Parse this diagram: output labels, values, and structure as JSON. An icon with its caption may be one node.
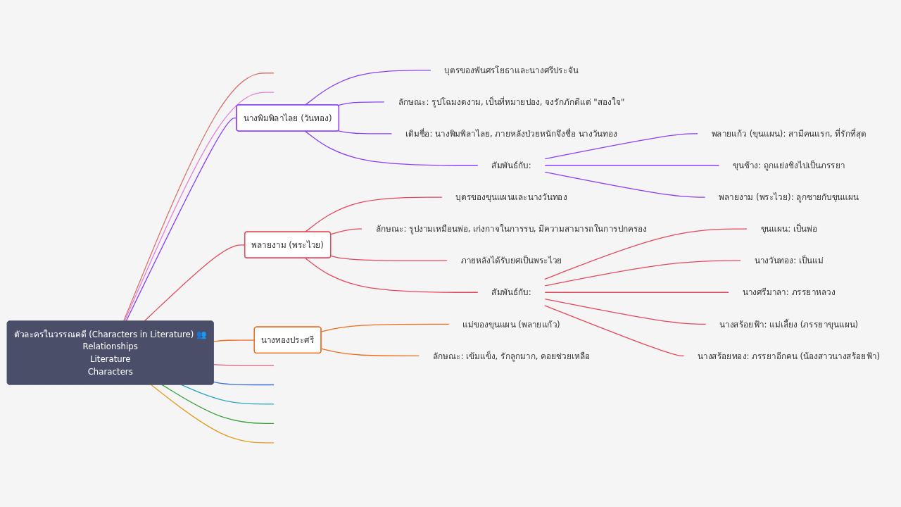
{
  "diagram": {
    "nodes": [
      {
        "text": [
          "ตัวละครในวรรณคดี (Characters in Literature) 👥",
          "Relationships",
          "Literature",
          "Characters"
        ]
      },
      {
        "text": [
          "นางพิมพิลาไลย (วันทอง)"
        ]
      },
      {
        "text": [
          "บุตรของพันศรโยธาและนางศรีประจัน"
        ]
      },
      {
        "text": [
          "ลักษณะ: รูปโฉมงดงาม, เป็นที่หมายปอง, จงรักภักดีแต่ \"สองใจ\""
        ]
      },
      {
        "text": [
          "เดิมชื่อ: นางพิมพิลาไลย, ภายหลังป่วยหนักจึงชื่อ นางวันทอง"
        ]
      },
      {
        "text": [
          "สัมพันธ์กับ:"
        ]
      },
      {
        "text": [
          "พลายแก้ว (ขุนแผน): สามีคนแรก, ที่รักที่สุด"
        ]
      },
      {
        "text": [
          "ขุนช้าง: ถูกแย่งชิงไปเป็นภรรยา"
        ]
      },
      {
        "text": [
          "พลายงาม (พระไวย): ลูกชายกับขุนแผน"
        ]
      },
      {
        "text": [
          "พลายงาม (พระไวย)"
        ]
      },
      {
        "text": [
          "บุตรของขุนแผนและนางวันทอง"
        ]
      },
      {
        "text": [
          "ลักษณะ: รูปงามเหมือนพ่อ, เก่งกาจในการรบ, มีความสามารถในการปกครอง"
        ]
      },
      {
        "text": [
          "ภายหลังได้รับยศเป็นพระไวย"
        ]
      },
      {
        "text": [
          "สัมพันธ์กับ:"
        ]
      },
      {
        "text": [
          "ขุนแผน: เป็นพ่อ"
        ]
      },
      {
        "text": [
          "นางวันทอง: เป็นแม่"
        ]
      },
      {
        "text": [
          "นางศรีมาลา: ภรรยาหลวง"
        ]
      },
      {
        "text": [
          "นางสร้อยฟ้า: แม่เลี้ยง (ภรรยาขุนแผน)"
        ]
      },
      {
        "text": [
          "นางสร้อยทอง: ภรรยาอีกคน (น้องสาวนางสร้อยฟ้า)"
        ]
      },
      {
        "text": [
          "นางทองประศรี"
        ]
      },
      {
        "text": [
          "แม่ของขุนแผน (พลายแก้ว)"
        ]
      },
      {
        "text": [
          "ลักษณะ: เข้มแข็ง, รักลูกมาก, คอยช่วยเหลือ"
        ]
      }
    ],
    "edges": [
      {
        "from": 0,
        "to": null,
        "arrow": "none",
        "color": "#d9736e"
      },
      {
        "from": 0,
        "to": null,
        "arrow": "none",
        "color": "#e67fd9"
      },
      {
        "from": 0,
        "to": 1,
        "arrow": "none",
        "color": "#8a3ffc"
      },
      {
        "from": 1,
        "to": 2,
        "arrow": "none",
        "color": "#8a3ffc"
      },
      {
        "from": 1,
        "to": 3,
        "arrow": "none",
        "color": "#8a3ffc"
      },
      {
        "from": 1,
        "to": 4,
        "arrow": "none",
        "color": "#8a3ffc"
      },
      {
        "from": 1,
        "to": 5,
        "arrow": "none",
        "color": "#8a3ffc"
      },
      {
        "from": 5,
        "to": 6,
        "arrow": "none",
        "color": "#8a3ffc"
      },
      {
        "from": 5,
        "to": 7,
        "arrow": "none",
        "color": "#8a3ffc"
      },
      {
        "from": 5,
        "to": 8,
        "arrow": "none",
        "color": "#8a3ffc"
      },
      {
        "from": 0,
        "to": 9,
        "arrow": "none",
        "color": "#e8475a"
      },
      {
        "from": 9,
        "to": 10,
        "arrow": "none",
        "color": "#e8475a"
      },
      {
        "from": 9,
        "to": 11,
        "arrow": "none",
        "color": "#e8475a"
      },
      {
        "from": 9,
        "to": 12,
        "arrow": "none",
        "color": "#e8475a"
      },
      {
        "from": 9,
        "to": 13,
        "arrow": "none",
        "color": "#e8475a"
      },
      {
        "from": 13,
        "to": 14,
        "arrow": "none",
        "color": "#e8475a"
      },
      {
        "from": 13,
        "to": 15,
        "arrow": "none",
        "color": "#e8475a"
      },
      {
        "from": 13,
        "to": 16,
        "arrow": "none",
        "color": "#e8475a"
      },
      {
        "from": 13,
        "to": 17,
        "arrow": "none",
        "color": "#e8475a"
      },
      {
        "from": 13,
        "to": 18,
        "arrow": "none",
        "color": "#e8475a"
      },
      {
        "from": 0,
        "to": 19,
        "arrow": "none",
        "color": "#f26b1d"
      },
      {
        "from": 19,
        "to": 20,
        "arrow": "none",
        "color": "#f26b1d"
      },
      {
        "from": 19,
        "to": 21,
        "arrow": "none",
        "color": "#f26b1d"
      },
      {
        "from": 0,
        "to": null,
        "arrow": "none",
        "color": "#e05a7a"
      },
      {
        "from": 0,
        "to": null,
        "arrow": "none",
        "color": "#3b6fe0"
      },
      {
        "from": 0,
        "to": null,
        "arrow": "none",
        "color": "#2aa5c0"
      },
      {
        "from": 0,
        "to": null,
        "arrow": "none",
        "color": "#3aa53a"
      },
      {
        "from": 0,
        "to": null,
        "arrow": "none",
        "color": "#e89a1e"
      }
    ]
  }
}
